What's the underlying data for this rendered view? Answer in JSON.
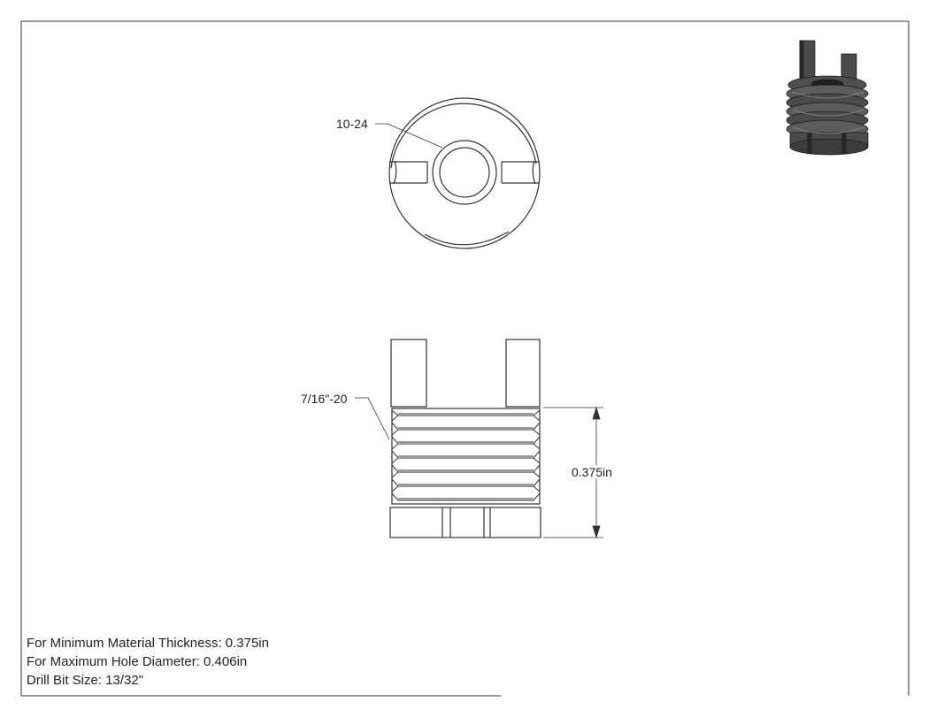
{
  "drawing": {
    "top_view": {
      "thread_callout": "10-24"
    },
    "side_view": {
      "thread_callout": "7/16\"-20",
      "height_dimension": "0.375in"
    }
  },
  "notes": {
    "min_thickness": "For Minimum Material Thickness: 0.375in",
    "max_hole": "For Maximum Hole Diameter: 0.406in",
    "drill_bit": "Drill Bit Size: 13/32\""
  },
  "colors": {
    "line": "#333333",
    "part_fill": "#ffffff",
    "render_dark": "#3c3c3c",
    "render_mid": "#5a5a5a",
    "render_light": "#8a8a8a"
  },
  "icons": {
    "iso_view": "threaded-insert-3d-render"
  }
}
